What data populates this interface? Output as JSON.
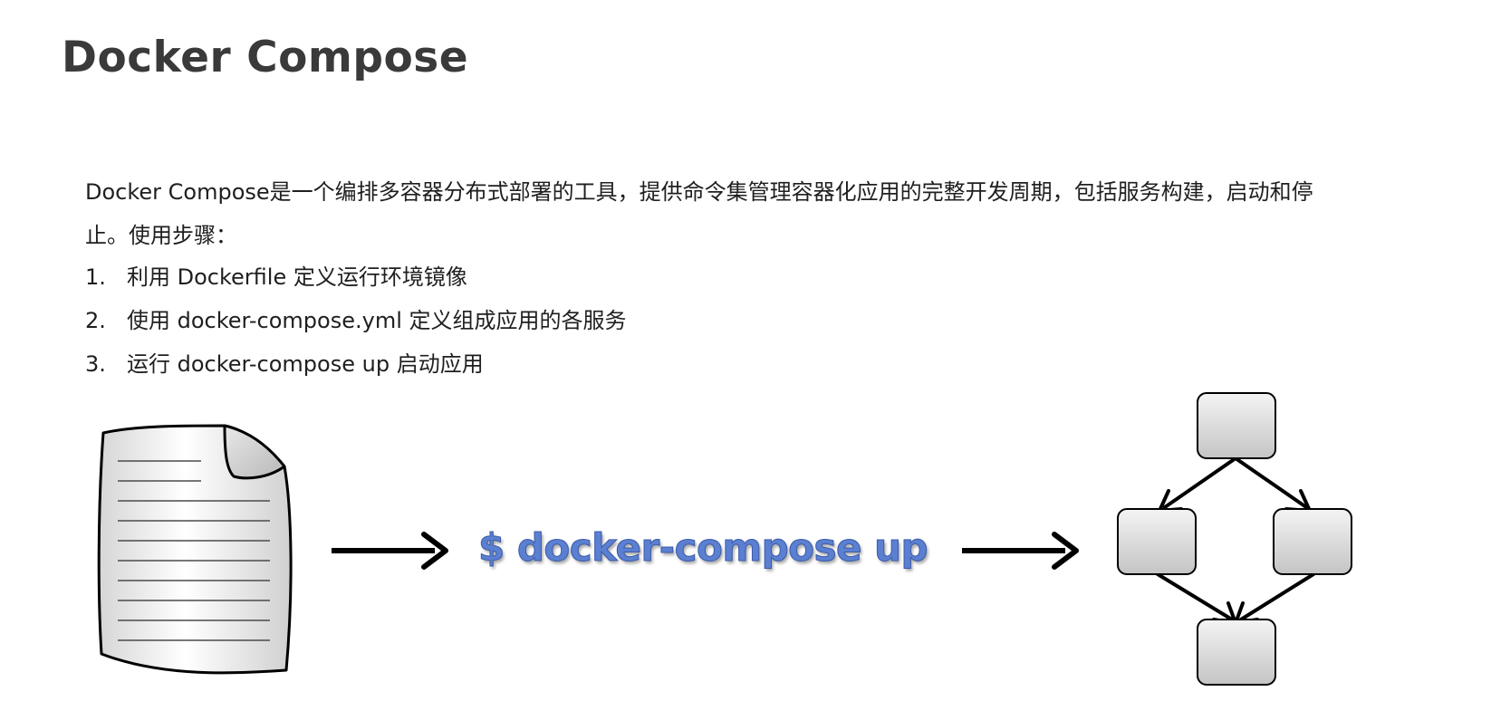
{
  "slide": {
    "title": "Docker Compose",
    "intro": "Docker Compose是一个编排多容器分布式部署的工具，提供命令集管理容器化应用的完整开发周期，包括服务构建，启动和停止。使用步骤：",
    "steps": [
      {
        "number": "1.",
        "text": "利用 Dockerfile 定义运行环境镜像"
      },
      {
        "number": "2.",
        "text": "使用 docker-compose.yml 定义组成应用的各服务"
      },
      {
        "number": "3.",
        "text": "运行 docker-compose up 启动应用"
      }
    ],
    "command": "$ docker-compose up"
  },
  "icons": {
    "file": "document-icon",
    "arrow": "arrow-right-icon",
    "graph": "service-graph-icon"
  },
  "colors": {
    "command_fill": "#5b7fd1",
    "command_stroke": "#3b5ba8",
    "arrow": "#000000",
    "box_fill_light": "#f2f2f2",
    "box_fill_dark": "#c8c8c8"
  }
}
